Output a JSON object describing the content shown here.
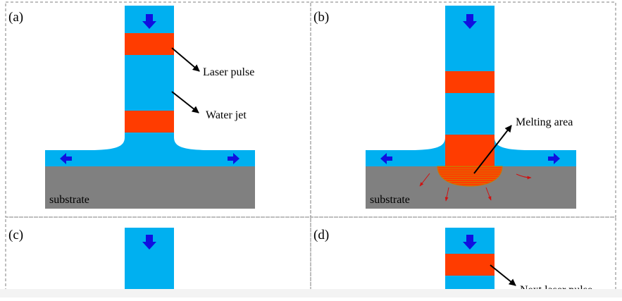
{
  "panels": {
    "a": {
      "label": "(a)",
      "substrate_label": "substrate",
      "laser_pulse_label": "Laser pulse",
      "water_jet_label": "Water jet"
    },
    "b": {
      "label": "(b)",
      "substrate_label": "substrate",
      "melting_area_label": "Melting area"
    },
    "c": {
      "label": "(c)"
    },
    "d": {
      "label": "(d)",
      "next_laser_pulse_label": "Next laser pulse"
    }
  },
  "colors": {
    "water": "#00b0f0",
    "laser": "#ff3c00",
    "substrate": "#808080",
    "arrow_blue": "#1010e0",
    "melt_edge": "#c87800",
    "spark": "#d01010",
    "frame": "#7f7f7f"
  },
  "icons": {
    "flow_arrow": "arrow-icon",
    "pointer_arrow": "pointer-arrow-icon"
  }
}
